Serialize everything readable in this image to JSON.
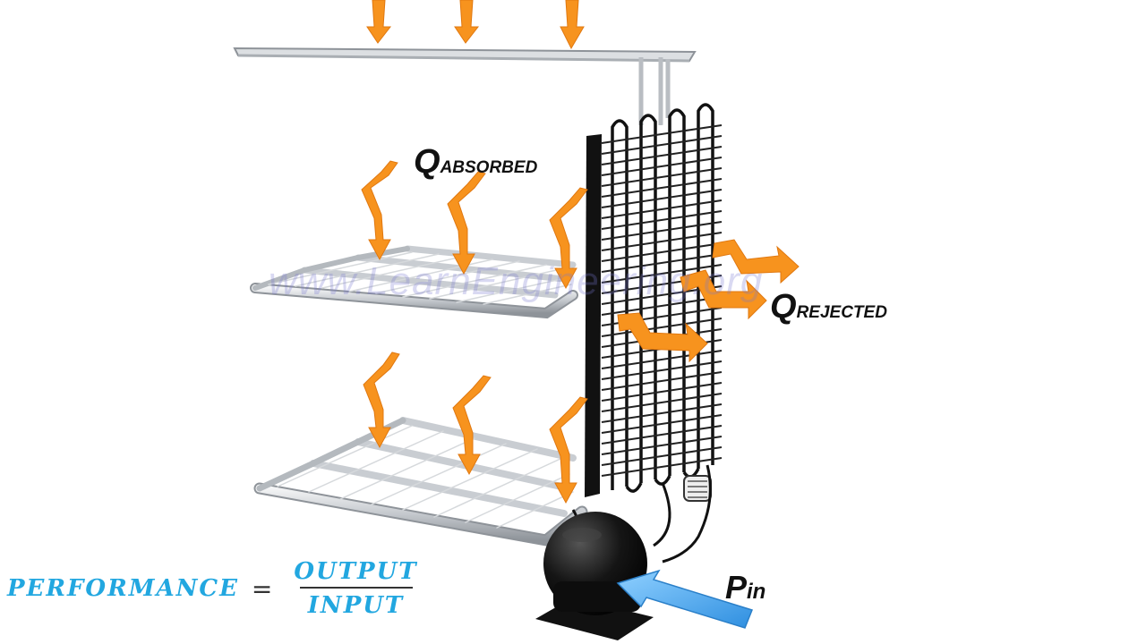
{
  "labels": {
    "q_absorbed": {
      "main": "Q",
      "sub": "ABSORBED"
    },
    "q_rejected": {
      "main": "Q",
      "sub": "REJECTED"
    },
    "p_in": {
      "main": "P",
      "sub": "in"
    }
  },
  "watermark": "www.LearnEngineering.org",
  "formula": {
    "lhs": "PERFORMANCE",
    "equals": "=",
    "numerator": "OUTPUT",
    "denominator": "INPUT"
  },
  "colors": {
    "heat_arrow": "#f7931e",
    "input_arrow": "#3aa0ee",
    "formula_text": "#22a7e0",
    "shelf_tube": "#c9cdd2",
    "condenser": "#111111",
    "compressor": "#0d0d0d"
  }
}
